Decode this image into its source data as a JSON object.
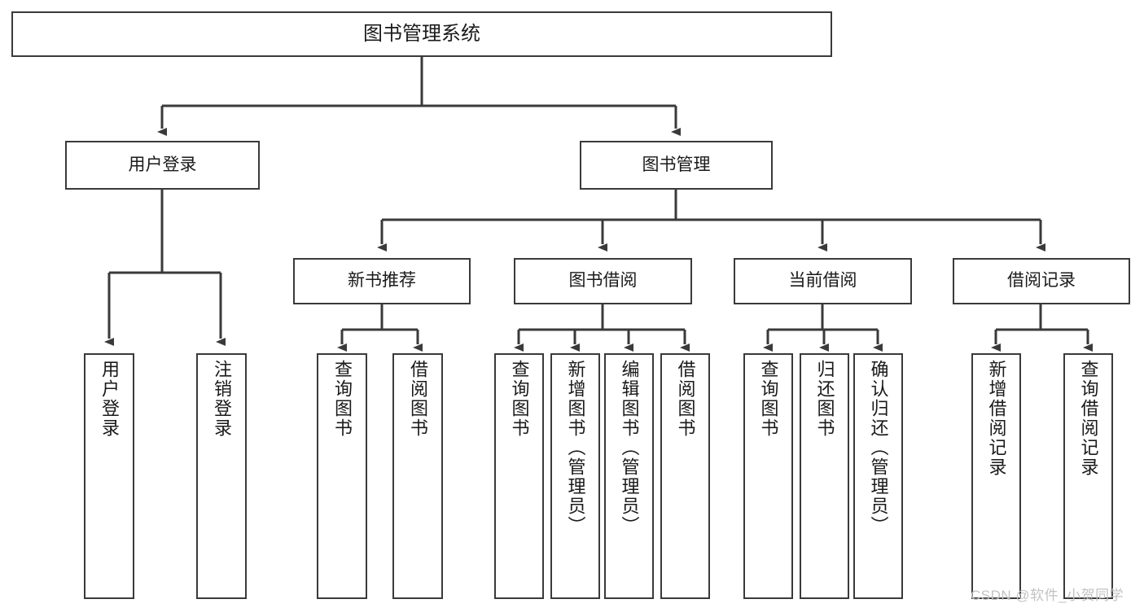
{
  "diagram": {
    "title": "图书管理系统",
    "type": "tree-hierarchy-chart",
    "colors": {
      "background": "#ffffff",
      "box_border": "#3a3a3a",
      "box_fill": "#ffffff",
      "connector": "#3a3a3a",
      "text": "#1a1a1a",
      "watermark": "#c2c2c2"
    },
    "root": {
      "id": "root",
      "label": "图书管理系统"
    },
    "level2": [
      {
        "id": "user-login",
        "label": "用户登录"
      },
      {
        "id": "book-management",
        "label": "图书管理"
      }
    ],
    "level3": [
      {
        "id": "new-book-recommend",
        "label": "新书推荐",
        "parent": "book-management"
      },
      {
        "id": "book-borrow",
        "label": "图书借阅",
        "parent": "book-management"
      },
      {
        "id": "current-borrow",
        "label": "当前借阅",
        "parent": "book-management"
      },
      {
        "id": "borrow-record",
        "label": "借阅记录",
        "parent": "book-management"
      }
    ],
    "leaves": [
      {
        "id": "leaf-user-login",
        "label": "用户登录",
        "parent": "user-login"
      },
      {
        "id": "leaf-logout",
        "label": "注销登录",
        "parent": "user-login"
      },
      {
        "id": "leaf-query-book-1",
        "label": "查询图书",
        "parent": "new-book-recommend"
      },
      {
        "id": "leaf-borrow-book-1",
        "label": "借阅图书",
        "parent": "new-book-recommend"
      },
      {
        "id": "leaf-query-book-2",
        "label": "查询图书",
        "parent": "book-borrow"
      },
      {
        "id": "leaf-add-book",
        "label": "新增图书（管理员）",
        "parent": "book-borrow"
      },
      {
        "id": "leaf-edit-book",
        "label": "编辑图书（管理员）",
        "parent": "book-borrow"
      },
      {
        "id": "leaf-borrow-book-2",
        "label": "借阅图书",
        "parent": "book-borrow"
      },
      {
        "id": "leaf-query-book-3",
        "label": "查询图书",
        "parent": "current-borrow"
      },
      {
        "id": "leaf-return-book",
        "label": "归还图书",
        "parent": "current-borrow"
      },
      {
        "id": "leaf-confirm-return",
        "label": "确认归还（管理员）",
        "parent": "current-borrow"
      },
      {
        "id": "leaf-add-record",
        "label": "新增借阅记录",
        "parent": "borrow-record"
      },
      {
        "id": "leaf-query-record",
        "label": "查询借阅记录",
        "parent": "borrow-record"
      }
    ],
    "watermark": "CSDN @软件_小贺同学"
  }
}
